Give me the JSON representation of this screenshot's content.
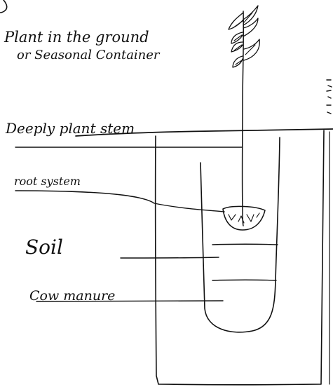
{
  "title": {
    "line1": "Plant in the ground",
    "line2": "or Seasonal Container"
  },
  "labels": {
    "stem": "Deeply plant stem",
    "roots": "root system",
    "soil": "Soil",
    "manure": "Cow manure"
  },
  "colors": {
    "ink": "#111111",
    "paper": "#ffffff"
  }
}
